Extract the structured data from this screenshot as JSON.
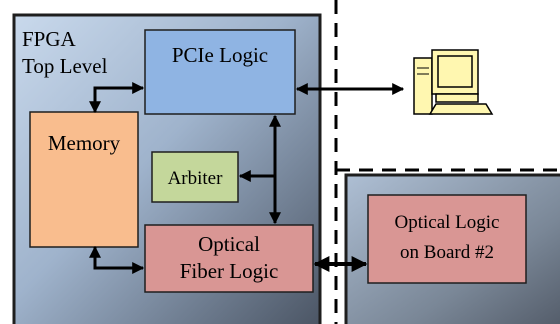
{
  "fpga": {
    "title_line1": "FPGA",
    "title_line2": "Top Level"
  },
  "blocks": {
    "pcie": "PCIe Logic",
    "memory": "Memory",
    "arbiter": "Arbiter",
    "optical_line1": "Optical",
    "optical_line2": "Fiber Logic"
  },
  "board2": {
    "line1": "Optical Logic",
    "line2": "on Board #2"
  },
  "icons": {
    "computer": "desktop-computer-icon"
  },
  "colors": {
    "pcie_fill": "#8fb4e3",
    "memory_fill": "#f9bd8e",
    "arbiter_fill": "#c4d79b",
    "optical_fill": "#d99694",
    "fpga_grad_start": "#b8cde4",
    "fpga_grad_end": "#4a5463"
  }
}
